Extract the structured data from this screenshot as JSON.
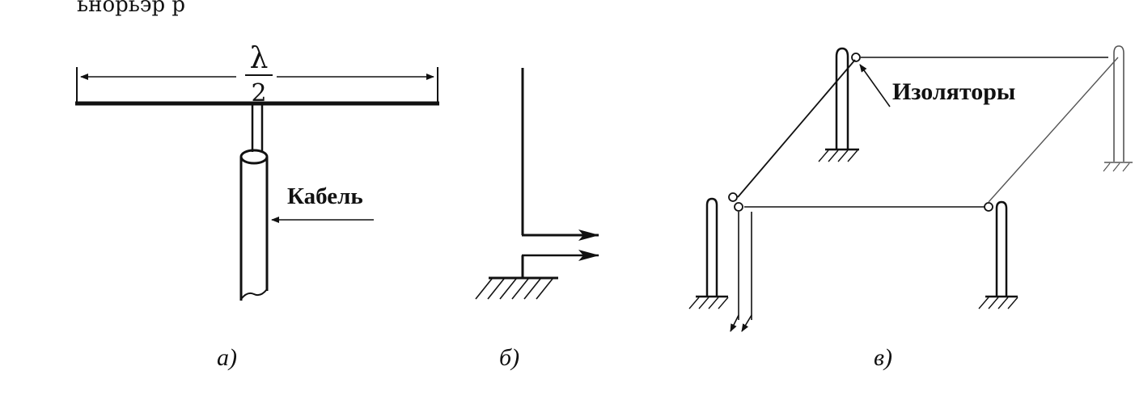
{
  "header_fragment": "ьнорьэр р",
  "panel_a": {
    "length_numerator": "λ",
    "length_denominator": "2",
    "cable_label": "Кабель",
    "caption": "а)"
  },
  "panel_b": {
    "caption": "б)"
  },
  "panel_c": {
    "insulators_label": "Изоляторы",
    "caption": "в)"
  },
  "colors": {
    "ink": "#111111",
    "background": "#ffffff"
  }
}
